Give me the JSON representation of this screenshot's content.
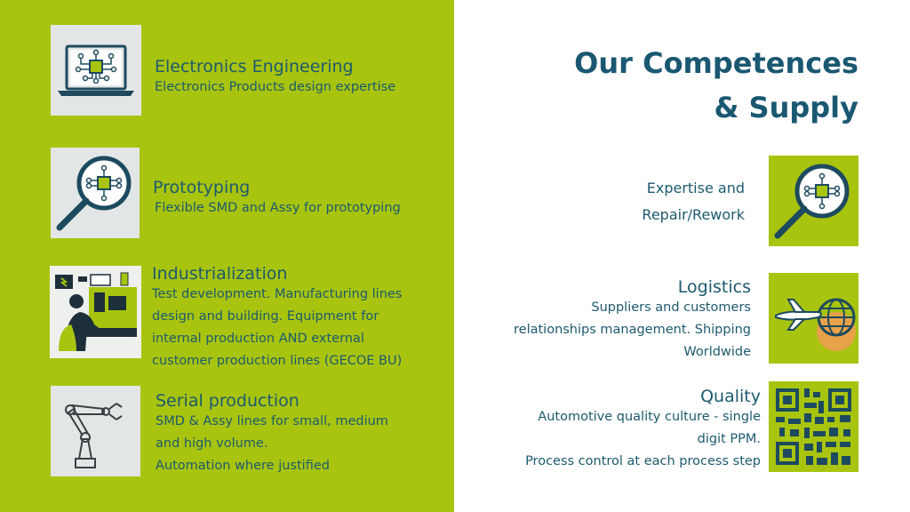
{
  "title": {
    "line1": "Our Competences",
    "line2": "& Supply"
  },
  "left_items": [
    {
      "heading": "Electronics Engineering",
      "desc": [
        "Electronics Products design expertise"
      ],
      "icon": "laptop-chip-icon"
    },
    {
      "heading": "Prototyping",
      "desc": [
        "Flexible SMD and Assy for prototyping"
      ],
      "icon": "magnifier-chip-icon"
    },
    {
      "heading": "Industrialization",
      "desc": [
        "Test development. Manufacturing lines",
        "design and building. Equipment for",
        "internal production AND external",
        "customer production lines (GECOE BU)"
      ],
      "icon": "technician-workshop-icon"
    },
    {
      "heading": "Serial production",
      "desc": [
        "SMD & Assy lines for small, medium",
        "and high volume.",
        "Automation where justified"
      ],
      "icon": "robot-arm-icon"
    }
  ],
  "right_items": [
    {
      "heading": "",
      "desc": [
        "Expertise and",
        "Repair/Rework"
      ],
      "icon": "magnifier-chip-icon"
    },
    {
      "heading": "Logistics",
      "desc": [
        "Suppliers and customers",
        "relationships management. Shipping",
        "Worldwide"
      ],
      "icon": "airplane-globe-icon"
    },
    {
      "heading": "Quality",
      "desc": [
        "Automotive quality culture - single",
        "digit PPM.",
        "Process control at each process step"
      ],
      "icon": "qr-code-icon"
    }
  ],
  "colors": {
    "accent_green": "#a8c40f",
    "text_blue": "#1d5a6e",
    "tile_grey": "#e3e6e6",
    "orange": "#e8a24a"
  }
}
